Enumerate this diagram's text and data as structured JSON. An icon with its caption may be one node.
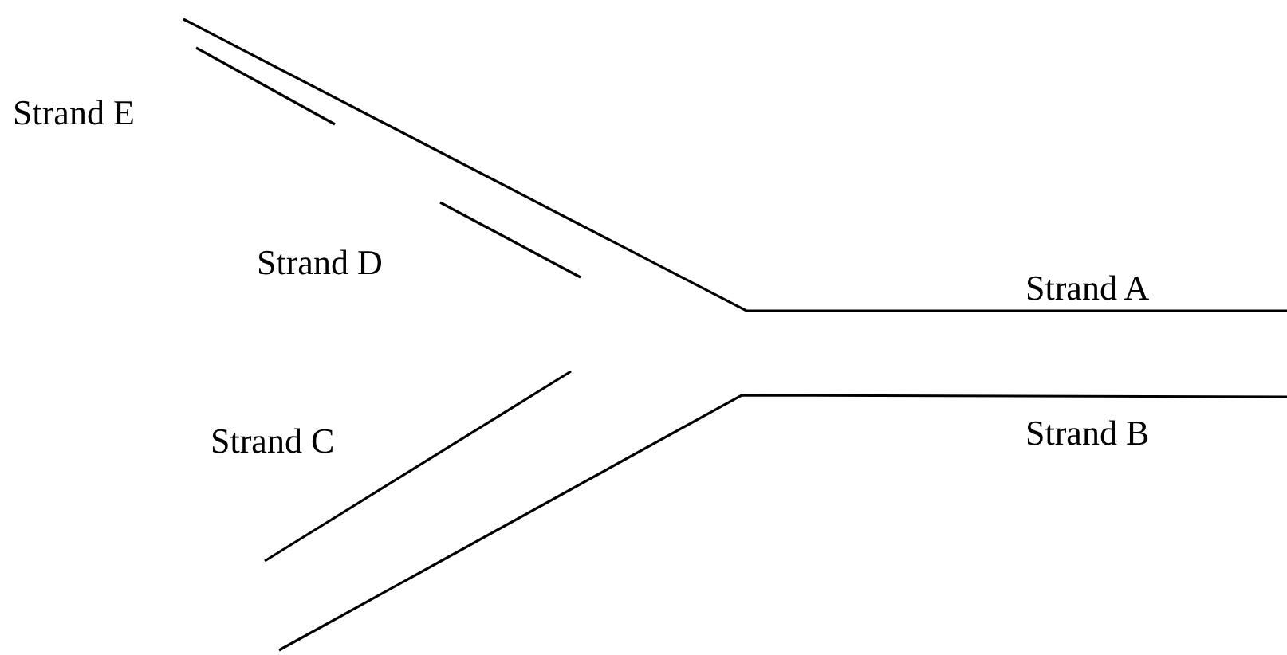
{
  "diagram": {
    "labels": [
      "Strand E",
      "Strand D",
      "Strand A",
      "Strand B",
      "Strand C"
    ]
  }
}
